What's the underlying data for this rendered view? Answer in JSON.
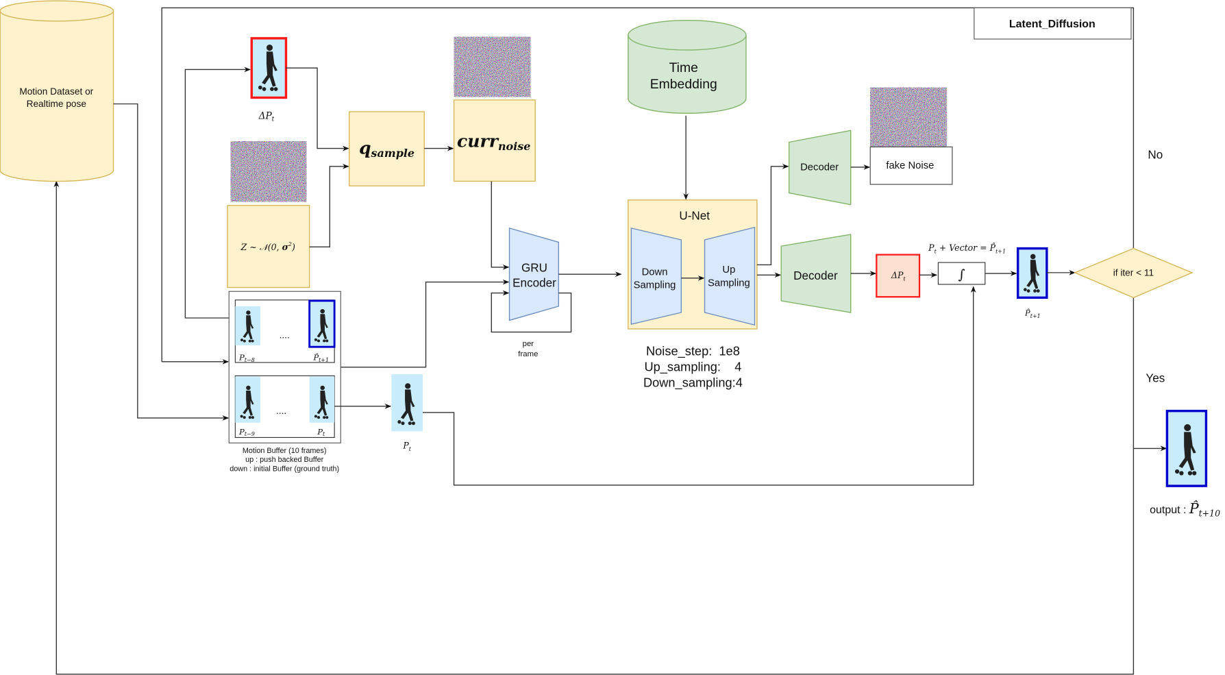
{
  "title_box": "Latent_Diffusion",
  "dataset": {
    "line1": "Motion Dataset or",
    "line2": "Realtime pose"
  },
  "delta_pt_top": {
    "main": "ΔP",
    "sub": "t"
  },
  "z_label": {
    "main": "Z ~ 𝒩(0, ",
    "sigma": "σ",
    "sup": "2",
    "end": ")"
  },
  "q_sample": {
    "main": "q",
    "sub": "sample"
  },
  "curr_noise": {
    "main": "curr",
    "sub": "noise"
  },
  "gru": {
    "line1": "GRU",
    "line2": "Encoder"
  },
  "per_frame": {
    "line1": "per",
    "line2": "frame"
  },
  "time_embedding": {
    "line1": "Time",
    "line2": "Embedding"
  },
  "unet": {
    "title": "U-Net",
    "down1": "Down",
    "down2": "Sampling",
    "up1": "Up",
    "up2": "Sampling"
  },
  "unet_params": [
    "Noise_step:  1e8",
    "Up_sampling:    4",
    "Down_sampling:4"
  ],
  "decoder_top": "Decoder",
  "decoder_bottom": "Decoder",
  "fake_noise": "fake Noise",
  "delta_pt_out": {
    "main": "ΔP",
    "sub": "t"
  },
  "integral": "∫",
  "update_eq": {
    "a": "P",
    "a_sub": "t",
    "mid": " + Vector = ",
    "b": "P̂",
    "b_sub": "t+1"
  },
  "phat_label": {
    "main": "P̂",
    "sub": "t+1"
  },
  "condition": "if iter < 11",
  "no_label": "No",
  "yes_label": "Yes",
  "output_label": {
    "prefix": "output : ",
    "main": "P̂",
    "sub": "t+10"
  },
  "buffer": {
    "row1": {
      "left": {
        "main": "P",
        "sub": "t−8"
      },
      "right": {
        "main": "P̂",
        "sub": "t+1"
      },
      "dots": "...."
    },
    "row2": {
      "left": {
        "main": "P",
        "sub": "t−9"
      },
      "right": {
        "main": "P",
        "sub": "t"
      },
      "dots": "...."
    },
    "caption": [
      "Motion Buffer (10 frames)",
      "up : push backed Buffer",
      "down : initial Buffer (ground truth)"
    ]
  },
  "pt_label": {
    "main": "P",
    "sub": "t"
  },
  "colors": {
    "yellow": "#fff2cc",
    "green": "#d5e8d4",
    "blue": "#dae8fc",
    "red": "#ff0000",
    "frame_blue": "#0000cc"
  }
}
